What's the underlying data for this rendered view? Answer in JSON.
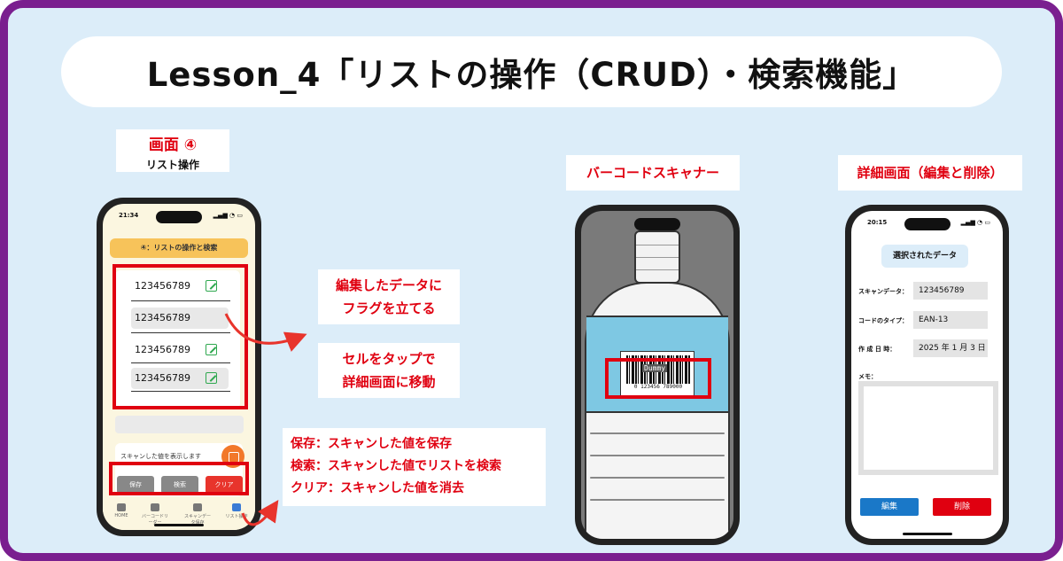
{
  "title": "Lesson_4「リストの操作（CRUD）・検索機能」",
  "labels": {
    "screen_num": "画面 ④",
    "screen_name": "リスト操作",
    "scanner": "バーコードスキャナー",
    "detail": "詳細画面（編集と削除）"
  },
  "phone1": {
    "time": "21:34",
    "status_icons": "▂▄▆ ◔ ▭",
    "header": "④：リストの操作と検索",
    "items": [
      {
        "value": "123456789",
        "flag": true
      },
      {
        "value": "123456789",
        "flag": false
      },
      {
        "value": "123456789",
        "flag": true
      },
      {
        "value": "123456789",
        "flag": true
      }
    ],
    "scan_text": "スキャンした値を表示します",
    "buttons": {
      "save": "保存",
      "search": "検索",
      "clear": "クリア"
    },
    "tabs": [
      "HOME",
      "バーコードリーダー",
      "スキャンデータ保存",
      "リスト操作"
    ]
  },
  "phone2": {
    "barcode_label": "Dummy",
    "barcode_digits": "0 123456 789000"
  },
  "phone3": {
    "time": "20:15",
    "status_icons": "▂▄▆ ◔ ▭",
    "title": "選択されたデータ",
    "fields": [
      {
        "label": "スキャンデータ：",
        "value": "123456789"
      },
      {
        "label": "コードのタイプ：",
        "value": "EAN-13"
      },
      {
        "label": "作 成 日 時：",
        "value": "2025 年 1 月 3 日"
      }
    ],
    "memo_label": "メモ：",
    "edit_button": "編集",
    "delete_button": "削除"
  },
  "callouts": {
    "flag_line1": "編集したデータに",
    "flag_line2": "フラグを立てる",
    "tap_line1": "セルをタップで",
    "tap_line2": "詳細画面に移動",
    "save_desc": "保存：スキャンした値を保存",
    "search_desc": "検索：スキャンした値でリストを検索",
    "clear_desc": "クリア：スキャンした値を消去"
  },
  "colors": {
    "frame": "#7a1f8f",
    "background": "#dcedf9",
    "accent_red": "#e00010",
    "edit_blue": "#1a78c8",
    "flag_green": "#2fa84f"
  }
}
